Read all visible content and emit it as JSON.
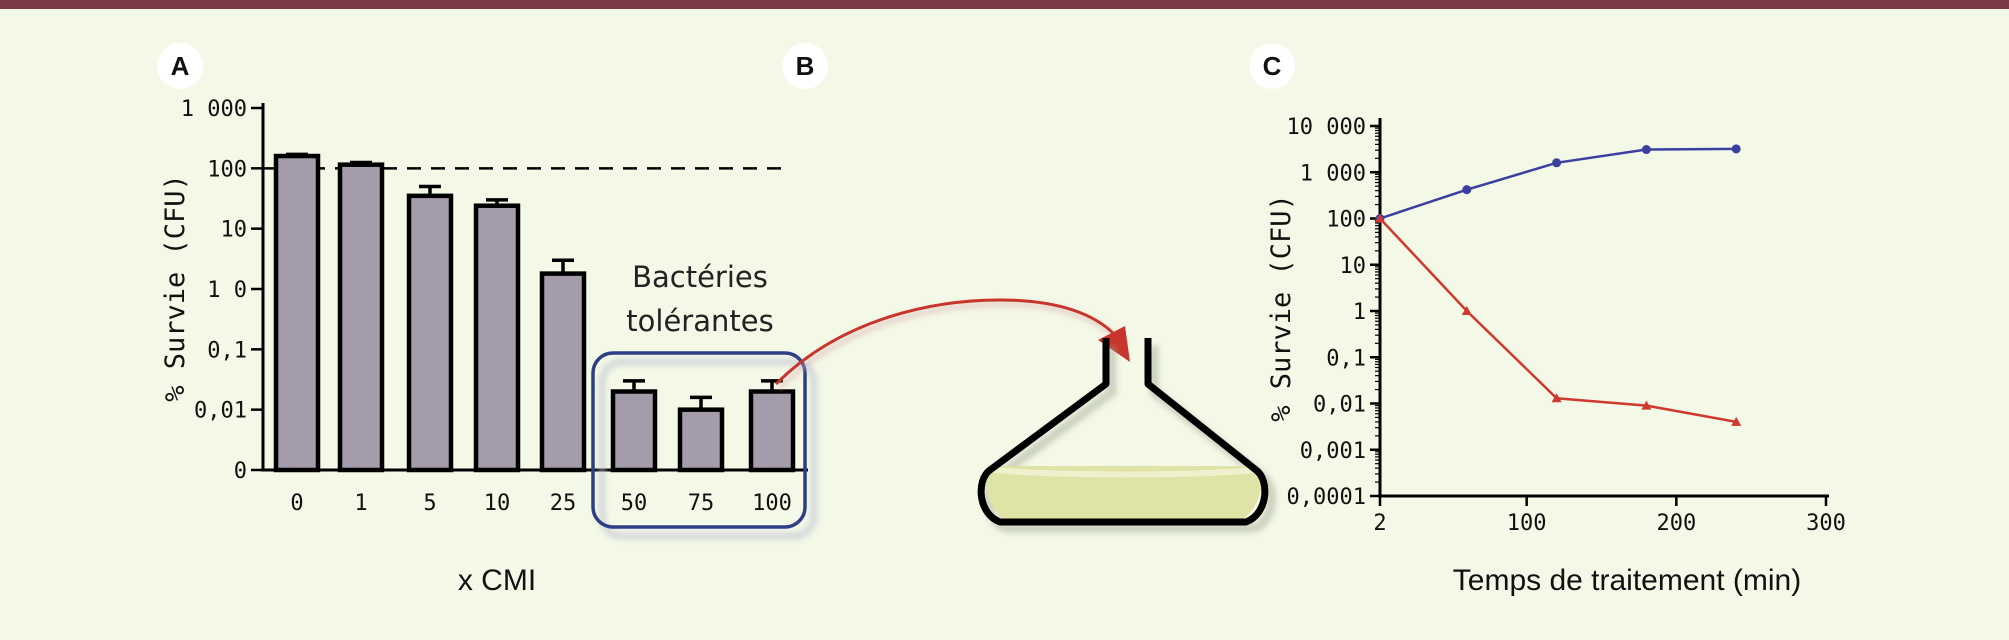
{
  "panels": {
    "a": {
      "letter": "A"
    },
    "b": {
      "letter": "B"
    },
    "c": {
      "letter": "C"
    }
  },
  "annotation": {
    "line1": "Bactéries",
    "line2": "tolérantes"
  },
  "colors": {
    "bar_fill": "#a49bab",
    "tolerant_box": "#2c3f86",
    "arrow": "#c8352c",
    "series_blue": "#3a3fa0",
    "series_red": "#d0392e",
    "flask_liquid": "#dfe3a6"
  },
  "chart_data": [
    {
      "type": "bar",
      "panel": "A",
      "categories": [
        "0",
        "1",
        "5",
        "10",
        "25",
        "50",
        "75",
        "100"
      ],
      "values": [
        160,
        115,
        35,
        24,
        1.8,
        0.02,
        0.01,
        0.02
      ],
      "error_upper": [
        170,
        125,
        50,
        30,
        3,
        0.03,
        0.016,
        0.03
      ],
      "reference_line": 100,
      "ytick_labels": [
        "0",
        "0,01",
        "0,1",
        "1 0",
        "10",
        "100",
        "1 000"
      ],
      "ylabel": "% Survie (CFU)",
      "xlabel": "x CMI",
      "yscale": "log",
      "ylim": [
        0.001,
        1000
      ]
    },
    {
      "type": "line",
      "panel": "C",
      "x": [
        2,
        60,
        120,
        180,
        240
      ],
      "series": [
        {
          "values": [
            100,
            420,
            1600,
            3100,
            3200
          ]
        },
        {
          "values": [
            100,
            1,
            0.013,
            0.009,
            0.004
          ]
        }
      ],
      "xtick_labels": [
        "2",
        "100",
        "200",
        "300"
      ],
      "xtick_values": [
        2,
        100,
        200,
        300
      ],
      "ytick_labels": [
        "0,0001",
        "0,001",
        "0,01",
        "0,1",
        "1",
        "10",
        "100",
        "1 000",
        "10 000"
      ],
      "ylabel": "% Survie (CFU)",
      "xlabel": "Temps de traitement (min)",
      "yscale": "log",
      "xlim": [
        2,
        300
      ],
      "ylim": [
        0.0001,
        10000
      ]
    }
  ]
}
